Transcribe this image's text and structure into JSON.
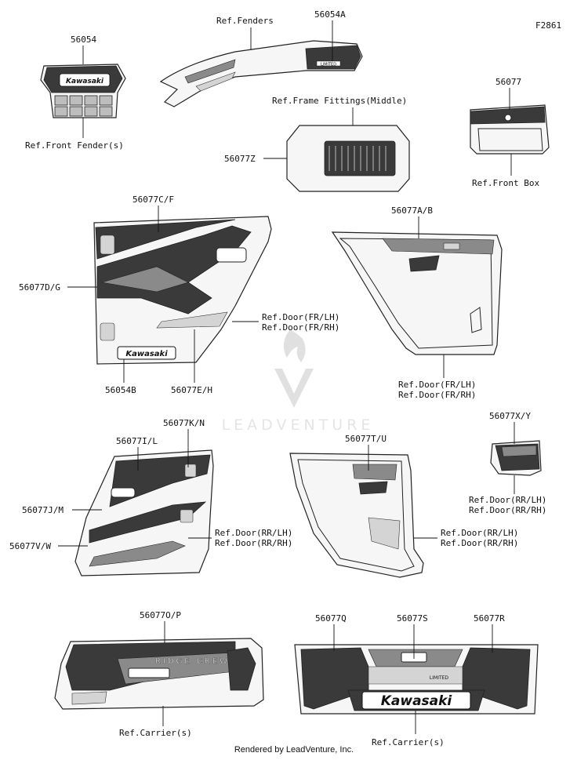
{
  "figure_code": "F2861",
  "watermark": "LEADVENTURE",
  "footer": "Rendered by LeadVenture, Inc.",
  "decal_text": {
    "kawasaki": "Kawasaki",
    "limited": "LIMITED",
    "ridge_crew": "RIDGE CREW"
  },
  "parts": {
    "p56054": "56054",
    "ref_front_fenders": "Ref.Front Fender(s)",
    "ref_fenders": "Ref.Fenders",
    "p56054A": "56054A",
    "p56077": "56077",
    "ref_front_box": "Ref.Front Box",
    "ref_frame_fittings": "Ref.Frame Fittings(Middle)",
    "p56077Z": "56077Z",
    "p56077CF": "56077C/F",
    "p56077DG": "56077D/G",
    "p56054B": "56054B",
    "p56077EH": "56077E/H",
    "ref_door_fr_lh": "Ref.Door(FR/LH)",
    "ref_door_fr_rh": "Ref.Door(FR/RH)",
    "p56077AB": "56077A/B",
    "p56077KN": "56077K/N",
    "p56077IL": "56077I/L",
    "p56077JM": "56077J/M",
    "p56077VW": "56077V/W",
    "ref_door_rr_lh": "Ref.Door(RR/LH)",
    "ref_door_rr_rh": "Ref.Door(RR/RH)",
    "p56077TU": "56077T/U",
    "p56077XY": "56077X/Y",
    "p56077OP": "56077O/P",
    "ref_carriers": "Ref.Carrier(s)",
    "p56077Q": "56077Q",
    "p56077S": "56077S",
    "p56077R": "56077R"
  }
}
